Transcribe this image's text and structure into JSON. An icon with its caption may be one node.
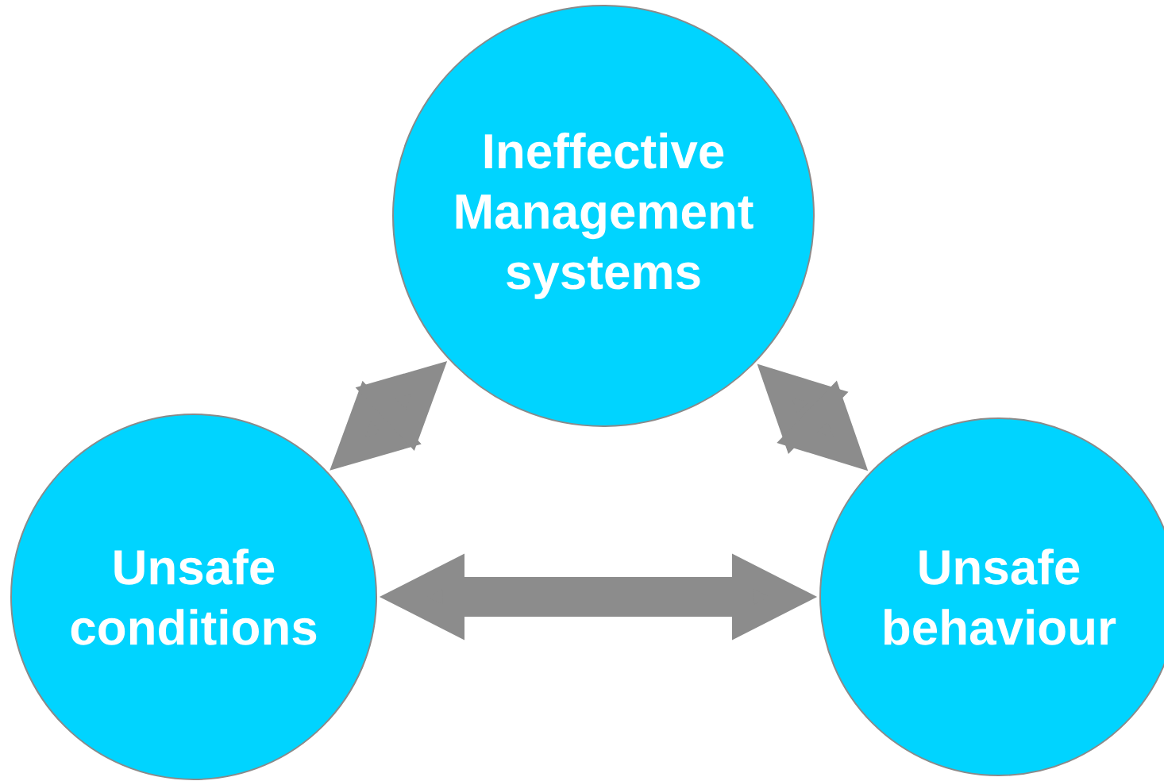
{
  "diagram": {
    "nodes": [
      {
        "text": [
          "Ineffective Management systems"
        ]
      },
      {
        "text": [
          "Unsafe conditions"
        ]
      },
      {
        "text": [
          "Unsafe behaviour"
        ]
      }
    ],
    "edges": [
      {
        "from": 1,
        "to": 0,
        "arrow": "both"
      },
      {
        "from": 0,
        "to": 2,
        "arrow": "both"
      },
      {
        "from": 1,
        "to": 2,
        "arrow": "both"
      }
    ]
  }
}
